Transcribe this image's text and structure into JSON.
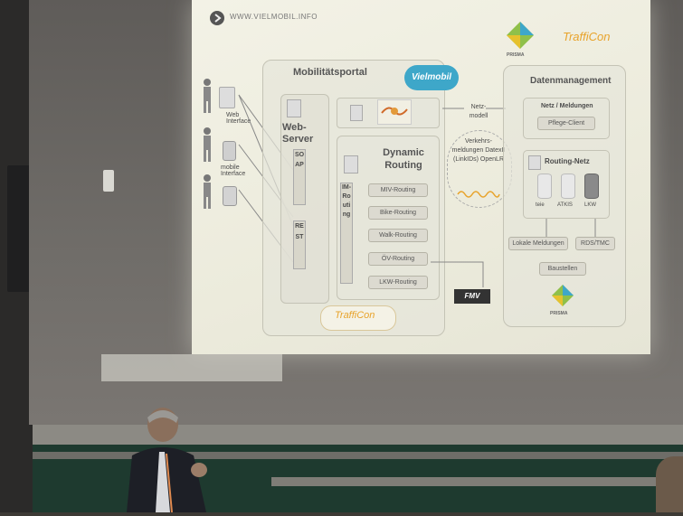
{
  "slide": {
    "url": "WWW.VIELMOBIL.INFO",
    "logos": {
      "prisma": "PRISMA",
      "trafficon": "TraffiCon",
      "vielmobil": "Vielmobil",
      "fmv": "FMV"
    },
    "left_labels": {
      "web_interface": "Web Interface",
      "mobile_interface": "mobile Interface"
    },
    "portal": {
      "title": "Mobilitätsportal",
      "web_server": "Web-Server",
      "soap": "SOAP",
      "rest": "REST",
      "dynamic_routing": "Dynamic Routing",
      "im_routing": "IM-Routing",
      "routing_buttons": [
        "MIV-Routing",
        "Bike-Routing",
        "Walk-Routing",
        "ÖV-Routing",
        "LKW-Routing"
      ]
    },
    "middle": {
      "netzmodell": "Netz-modell",
      "verkehrsmeldungen": "Verkehrs-meldungen DatexII (LinkIDs) OpenLR"
    },
    "datenmanagement": {
      "title": "Datenmanagement",
      "netz_meldungen": "Netz / Meldungen",
      "pflege_client": "Pflege-Client",
      "routing_netz": "Routing-Netz",
      "db_labels": [
        "teie",
        "ATKIS",
        "LKW"
      ],
      "lokale_meldungen": "Lokale Meldungen",
      "rds_tmc": "RDS/TMC",
      "baustellen": "Baustellen"
    }
  },
  "colors": {
    "slide_bg": "#eeede0",
    "green_board": "#1e3a2f",
    "accent_blue": "#3ea7c9",
    "trafficon_orange": "#e8a32a"
  }
}
